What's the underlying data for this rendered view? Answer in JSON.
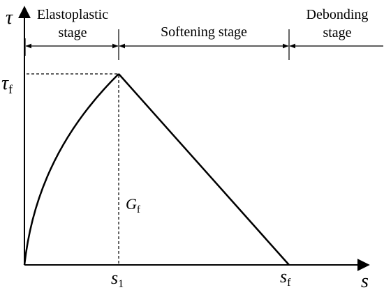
{
  "axes": {
    "y_symbol": "τ",
    "x_symbol": "s"
  },
  "stages": {
    "elastoplastic_line1": "Elastoplastic",
    "elastoplastic_line2": "stage",
    "softening": "Softening stage",
    "debonding_line1": "Debonding",
    "debonding_line2": "stage"
  },
  "labels": {
    "tau_f_main": "τ",
    "tau_f_sub": "f",
    "s1_main": "s",
    "s1_sub": "1",
    "sf_main": "s",
    "sf_sub": "f",
    "gf_main": "G",
    "gf_sub": "f"
  },
  "chart_data": {
    "type": "line",
    "x_points": [
      "0",
      "s1",
      "sf"
    ],
    "y_points": [
      "0",
      "τf",
      "0"
    ]
  }
}
